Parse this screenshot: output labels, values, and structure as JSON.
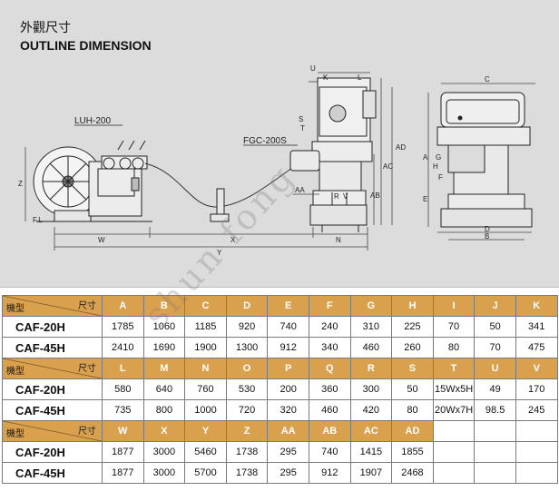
{
  "header": {
    "title_cn": "外觀尺寸",
    "title_en": "OUTLINE DIMENSION"
  },
  "diagram": {
    "machine_left_label": "LUH-200",
    "machine_right_label": "FGC-200S",
    "dim_labels": [
      "Z",
      "F.L",
      "W",
      "X",
      "Y",
      "C",
      "U",
      "K",
      "L",
      "S",
      "T",
      "AD",
      "AC",
      "AB",
      "AA",
      "R",
      "V",
      "N",
      "A",
      "G",
      "F",
      "H",
      "E",
      "D",
      "B"
    ]
  },
  "table": {
    "corner": {
      "model": "機型",
      "size": "尺寸"
    },
    "sections": [
      {
        "headers": [
          "A",
          "B",
          "C",
          "D",
          "E",
          "F",
          "G",
          "H",
          "I",
          "J",
          "K"
        ],
        "rows": [
          {
            "model": "CAF-20H",
            "values": [
              "1785",
              "1060",
              "1185",
              "920",
              "740",
              "240",
              "310",
              "225",
              "70",
              "50",
              "341"
            ]
          },
          {
            "model": "CAF-45H",
            "values": [
              "2410",
              "1690",
              "1900",
              "1300",
              "912",
              "340",
              "460",
              "260",
              "80",
              "70",
              "475"
            ]
          }
        ]
      },
      {
        "headers": [
          "L",
          "M",
          "N",
          "O",
          "P",
          "Q",
          "R",
          "S",
          "T",
          "U",
          "V"
        ],
        "rows": [
          {
            "model": "CAF-20H",
            "values": [
              "580",
              "640",
              "760",
              "530",
              "200",
              "360",
              "300",
              "50",
              "15Wx5H",
              "49",
              "170"
            ]
          },
          {
            "model": "CAF-45H",
            "values": [
              "735",
              "800",
              "1000",
              "720",
              "320",
              "460",
              "420",
              "80",
              "20Wx7H",
              "98.5",
              "245"
            ]
          }
        ]
      },
      {
        "headers": [
          "W",
          "X",
          "Y",
          "Z",
          "AA",
          "AB",
          "AC",
          "AD",
          "",
          "",
          ""
        ],
        "rows": [
          {
            "model": "CAF-20H",
            "values": [
              "1877",
              "3000",
              "5460",
              "1738",
              "295",
              "740",
              "1415",
              "1855",
              "",
              "",
              ""
            ]
          },
          {
            "model": "CAF-45H",
            "values": [
              "1877",
              "3000",
              "5700",
              "1738",
              "295",
              "912",
              "1907",
              "2468",
              "",
              "",
              ""
            ]
          }
        ]
      }
    ]
  },
  "watermark": "shun fong"
}
